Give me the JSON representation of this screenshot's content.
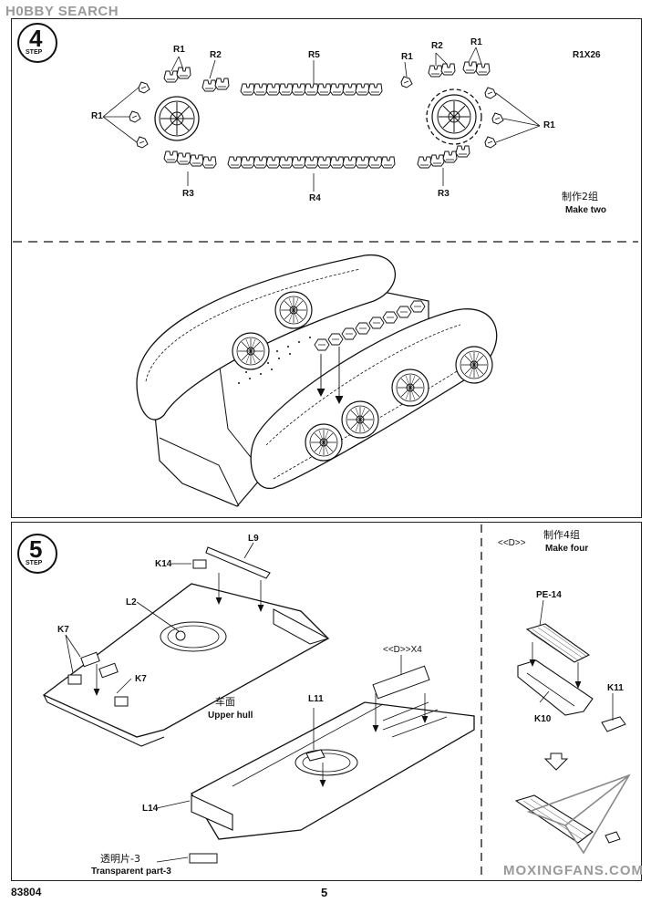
{
  "watermark_top": "H0BBY SEARCH",
  "watermark_bottom": "MOXINGFANS.COM",
  "step4": {
    "badge_number": "4",
    "badge_word": "STEP",
    "labels": {
      "r1_a": "R1",
      "r2_a": "R2",
      "r5": "R5",
      "r1_b": "R1",
      "r2_b": "R2",
      "r1_c": "R1",
      "r1x26": "R1X26",
      "r1_left": "R1",
      "r1_right": "R1",
      "r3_a": "R3",
      "r4": "R4",
      "r3_b": "R3"
    },
    "note_cn": "制作2组",
    "note_en": "Make two"
  },
  "step5": {
    "badge_number": "5",
    "badge_word": "STEP",
    "labels": {
      "l9": "L9",
      "k14": "K14",
      "l2": "L2",
      "k7_a": "K7",
      "k7_b": "K7",
      "upper_hull_cn": "车面",
      "upper_hull_en": "Upper hull",
      "d_x4": "<<D>>X4",
      "l11": "L11",
      "l14": "L14",
      "transparent_cn": "透明片-3",
      "transparent_en": "Transparent part-3"
    }
  },
  "subassembly_d": {
    "title": "<<D>>",
    "note_cn": "制作4组",
    "note_en": "Make four",
    "labels": {
      "pe14": "PE-14",
      "k11": "K11",
      "k10": "K10"
    }
  },
  "footer": {
    "code": "83804",
    "page": "5"
  }
}
